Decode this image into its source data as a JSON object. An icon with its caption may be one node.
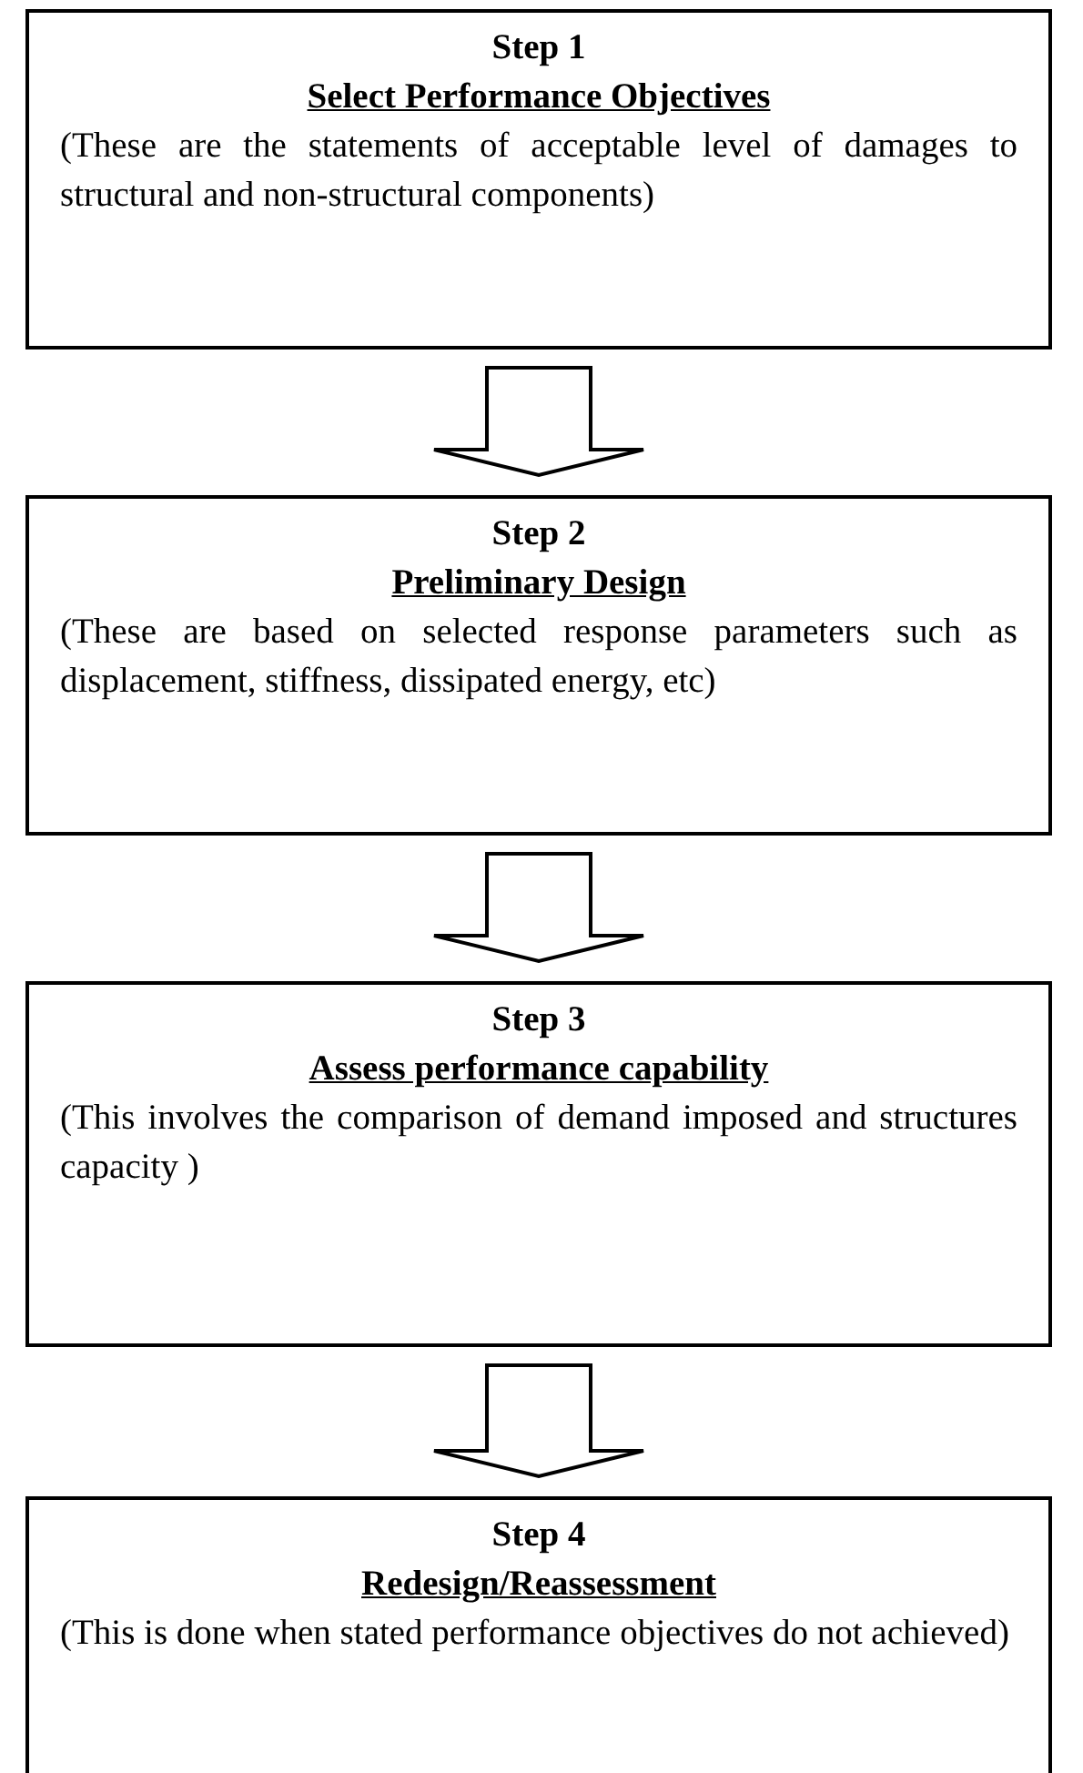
{
  "diagram": {
    "nodes": [
      {
        "text": [
          "Step 1",
          "Select Performance Objectives",
          "(These are the statements of acceptable level of damages to structural and non-structural components)"
        ]
      },
      {
        "text": [
          "Step 2",
          "Preliminary Design",
          "(These are based on selected response parameters such as displacement, stiffness, dissipated energy, etc)"
        ]
      },
      {
        "text": [
          "Step 3",
          "Assess performance capability",
          "(This involves the comparison of demand imposed and structures capacity )"
        ]
      },
      {
        "text": [
          "Step 4",
          "Redesign/Reassessment",
          "(This is done when stated performance objectives do not achieved)"
        ]
      }
    ],
    "edges": [
      {
        "from": 0,
        "to": 1,
        "arrow": "to"
      },
      {
        "from": 1,
        "to": 2,
        "arrow": "to"
      },
      {
        "from": 2,
        "to": 3,
        "arrow": "to"
      }
    ]
  }
}
